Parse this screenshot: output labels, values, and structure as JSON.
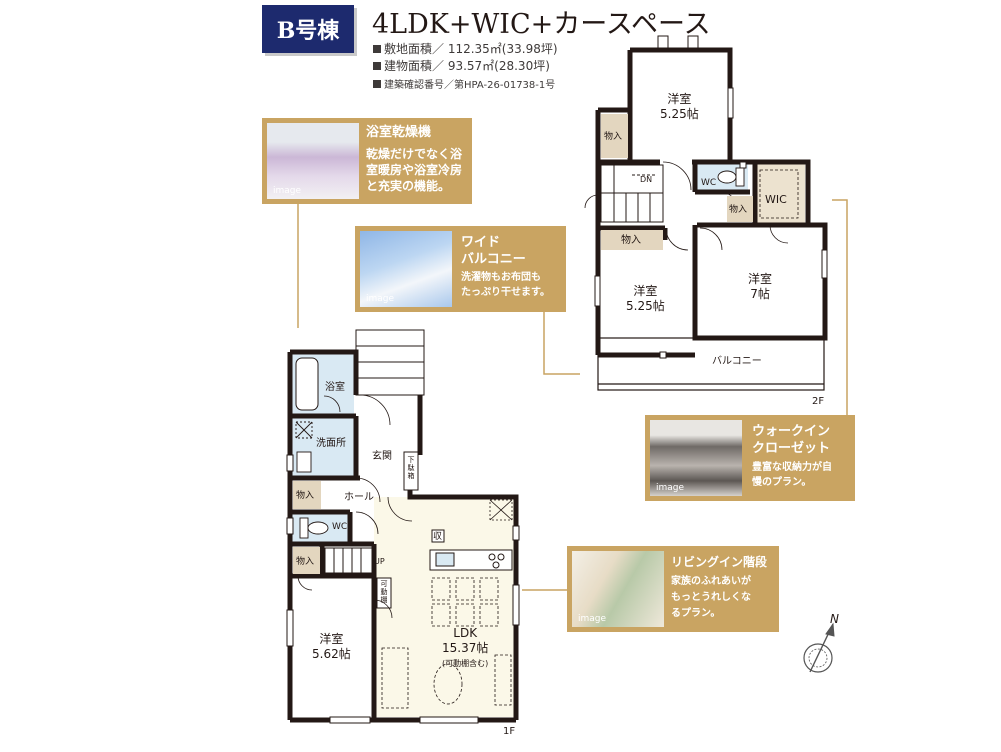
{
  "header": {
    "badge": "B号棟",
    "title": "4LDK+WIC+カースペース",
    "site_area": "敷地面積／ 112.35㎡(33.98坪)",
    "building_area": "建物面積／ 93.57㎡(28.30坪)",
    "permit": "建築確認番号／第HPA-26-01738-1号"
  },
  "callouts": {
    "bath_dryer": {
      "title": "浴室乾燥機",
      "body": [
        "乾燥だけでなく浴",
        "室暖房や浴室冷房",
        "と充実の機能。"
      ],
      "caption": "image"
    },
    "balcony": {
      "title": [
        "ワイド",
        "バルコニー"
      ],
      "body": [
        "洗濯物もお布団も",
        "たっぷり干せます。"
      ],
      "caption": "image"
    },
    "walkin": {
      "title": [
        "ウォークイン",
        "クローゼット"
      ],
      "body": [
        "豊富な収納力が自",
        "慢のプラン。"
      ],
      "caption": "image"
    },
    "living_stairs": {
      "title": "リビングイン階段",
      "body": [
        "家族のふれあいが",
        "もっとうれしくな",
        "るプラン。"
      ],
      "caption": "image"
    }
  },
  "floor2": {
    "label": "2F",
    "rooms": {
      "north_room": [
        "洋室",
        "5.25帖"
      ],
      "west_room": [
        "洋室",
        "5.25帖"
      ],
      "east_room": [
        "洋室",
        "7帖"
      ],
      "balcony": "バルコニー",
      "wc": "WC",
      "wic": "WIC",
      "stair_dn": "DN",
      "storage_a": "物入",
      "storage_b": "物入",
      "storage_c": "物入"
    }
  },
  "floor1": {
    "label": "1F",
    "rooms": {
      "bath": "浴室",
      "washroom": "洗面所",
      "entrance": "玄関",
      "hall": "ホール",
      "wc": "WC",
      "up": "UP",
      "shoes": "下駄箱",
      "ldk": [
        "LDK",
        "15.37帖",
        "(可動棚含む)"
      ],
      "room": [
        "洋室",
        "5.62帖"
      ],
      "shelf": "可動棚",
      "storage_note": "収",
      "storage_a": "物入",
      "storage_b": "物入"
    }
  },
  "compass": "N",
  "colors": {
    "badge": "#1d2a6e",
    "panel": "#c9a462",
    "wet": "#d9e9f3",
    "storage": "#e3d6bf",
    "ldk": "#fbf8e8",
    "wall": "#231815"
  }
}
